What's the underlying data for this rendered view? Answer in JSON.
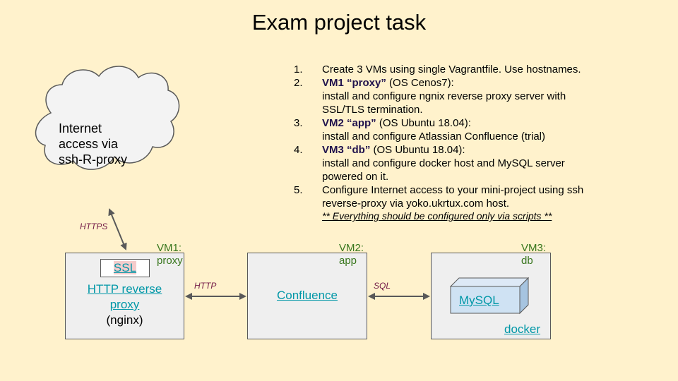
{
  "title": "Exam project task",
  "tasks": [
    {
      "num": "1.",
      "lines": [
        "Create 3 VMs using single Vagrantfile. Use hostnames."
      ]
    },
    {
      "num": "2.",
      "bold": "VM1 “proxy”",
      "rest": " (OS Cenos7):",
      "lines": [
        "install and configure ngnix reverse proxy server with",
        "SSL/TLS termination."
      ]
    },
    {
      "num": "3.",
      "bold": "VM2 “app”",
      "rest": " (OS Ubuntu 18.04):",
      "lines": [
        "install and configure Atlassian Confluence (trial)"
      ]
    },
    {
      "num": "4.",
      "bold": "VM3 “db”",
      "rest": " (OS Ubuntu 18.04):",
      "lines": [
        "install and configure docker host and MySQL server",
        "powered on it."
      ]
    },
    {
      "num": "5.",
      "lines": [
        "Configure Internet access to your mini-project using ssh",
        "reverse-proxy via yoko.ukrtux.com host."
      ]
    }
  ],
  "note": "**  Everything should be configured only via scripts  **",
  "cloud": {
    "line1": "Internet",
    "line2": "access via",
    "line3": "ssh-R-proxy"
  },
  "connections": {
    "https": "HTTPS",
    "http": "HTTP",
    "sql": "SQL"
  },
  "vm1": {
    "label1": "VM1:",
    "label2": "proxy",
    "ssl": "SSL",
    "name1": "HTTP reverse",
    "name2": "proxy",
    "name3": "(nginx)"
  },
  "vm2": {
    "label1": "VM2:",
    "label2": "app",
    "name": "Confluence"
  },
  "vm3": {
    "label1": "VM3:",
    "label2": "db",
    "mysql": "MySQL",
    "docker": "docker"
  },
  "colors": {
    "background": "#fff2cc",
    "box": "#efefef",
    "vm_label": "#38761d",
    "link": "#0097a7",
    "connection_label": "#741b47"
  }
}
